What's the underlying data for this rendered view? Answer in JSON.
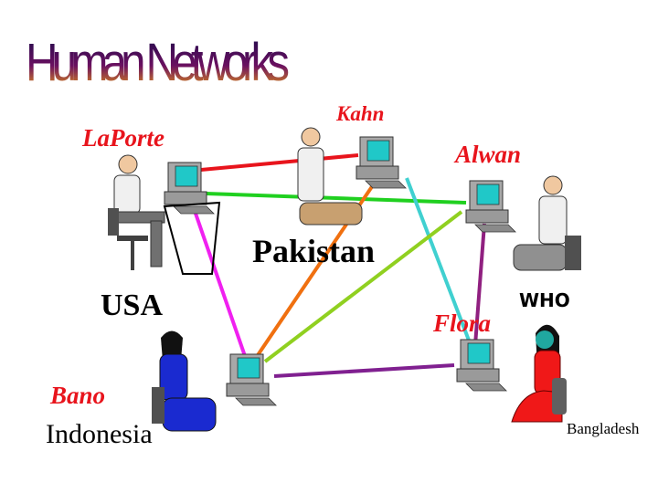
{
  "title": "Human Networks",
  "title_gradient": [
    "#1a0a4a",
    "#6a1060",
    "#f0a010"
  ],
  "people": [
    {
      "name": "LaPorte",
      "location": "USA"
    },
    {
      "name": "Kahn",
      "location": "Pakistan"
    },
    {
      "name": "Alwan",
      "location": "WHO"
    },
    {
      "name": "Bano",
      "location": "Indonesia"
    },
    {
      "name": "Flora",
      "location": "Bangladesh"
    }
  ],
  "links": [
    {
      "from": "LaPorte",
      "to": "Kahn",
      "color": "#e8141c"
    },
    {
      "from": "LaPorte",
      "to": "Alwan",
      "color": "#20d020"
    },
    {
      "from": "LaPorte",
      "to": "Bano",
      "color": "#f020f0"
    },
    {
      "from": "Kahn",
      "to": "Flora",
      "color": "#40d0d0"
    },
    {
      "from": "Kahn",
      "to": "Bano",
      "color": "#f07010"
    },
    {
      "from": "Alwan",
      "to": "Bano",
      "color": "#90d020"
    },
    {
      "from": "Alwan",
      "to": "Flora",
      "color": "#902080"
    },
    {
      "from": "Bano",
      "to": "Flora",
      "color": "#802090"
    }
  ]
}
